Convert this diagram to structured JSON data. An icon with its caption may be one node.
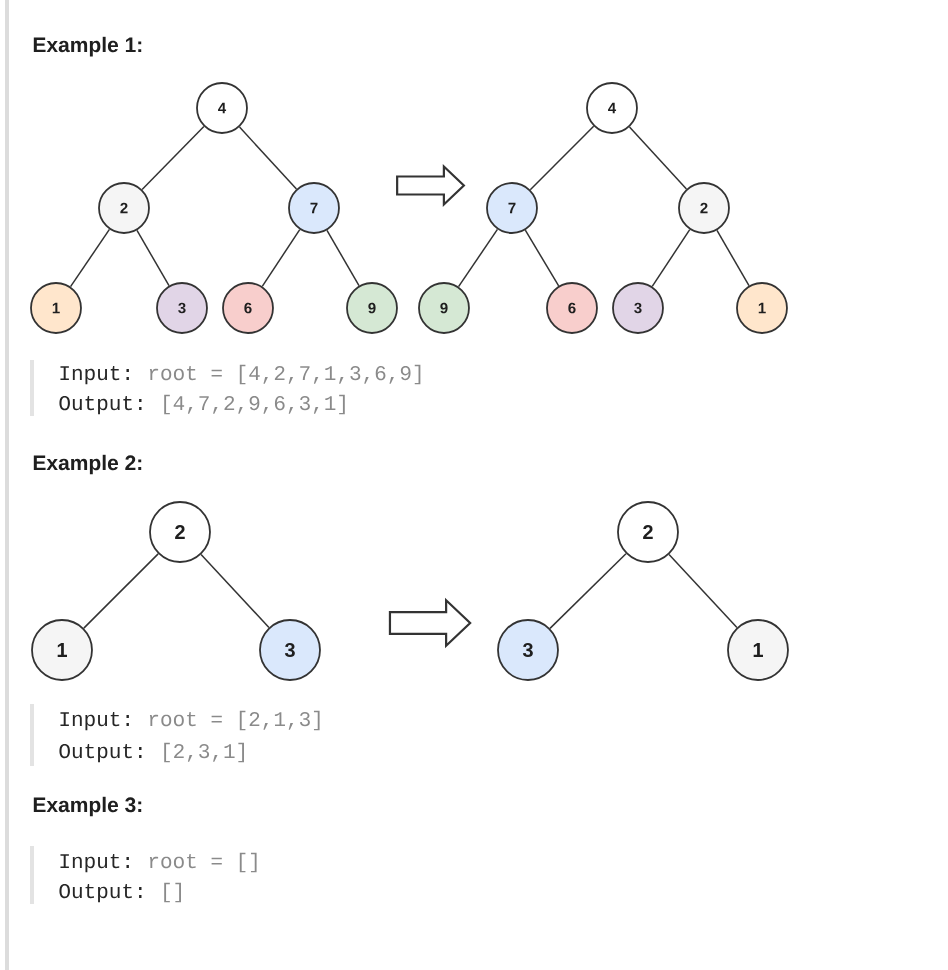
{
  "diagram": {
    "nodes": [
      {
        "text": [
          "4"
        ]
      },
      {
        "text": [
          "2"
        ]
      },
      {
        "text": [
          "7"
        ]
      },
      {
        "text": [
          "1"
        ]
      },
      {
        "text": [
          "3"
        ]
      },
      {
        "text": [
          "6"
        ]
      },
      {
        "text": [
          "9"
        ]
      },
      {
        "text": [
          "4"
        ]
      },
      {
        "text": [
          "7"
        ]
      },
      {
        "text": [
          "2"
        ]
      },
      {
        "text": [
          "9"
        ]
      },
      {
        "text": [
          "6"
        ]
      },
      {
        "text": [
          "3"
        ]
      },
      {
        "text": [
          "1"
        ]
      },
      {
        "text": [
          "2"
        ]
      },
      {
        "text": [
          "1"
        ]
      },
      {
        "text": [
          "3"
        ]
      },
      {
        "text": [
          "2"
        ]
      },
      {
        "text": [
          "3"
        ]
      },
      {
        "text": [
          "1"
        ]
      }
    ],
    "edges": [
      {
        "from": 0,
        "to": 1,
        "arrow": "none"
      },
      {
        "from": 0,
        "to": 2,
        "arrow": "none"
      },
      {
        "from": 1,
        "to": 3,
        "arrow": "none"
      },
      {
        "from": 1,
        "to": 4,
        "arrow": "none"
      },
      {
        "from": 2,
        "to": 5,
        "arrow": "none"
      },
      {
        "from": 2,
        "to": 6,
        "arrow": "none"
      },
      {
        "from": 2,
        "to": 8,
        "arrow": "to"
      },
      {
        "from": 7,
        "to": 8,
        "arrow": "none"
      },
      {
        "from": 7,
        "to": 9,
        "arrow": "none"
      },
      {
        "from": 8,
        "to": 10,
        "arrow": "none"
      },
      {
        "from": 8,
        "to": 11,
        "arrow": "none"
      },
      {
        "from": 9,
        "to": 12,
        "arrow": "none"
      },
      {
        "from": 9,
        "to": 13,
        "arrow": "none"
      },
      {
        "from": 14,
        "to": 15,
        "arrow": "none"
      },
      {
        "from": 14,
        "to": 16,
        "arrow": "none"
      },
      {
        "from": 16,
        "to": 18,
        "arrow": "to"
      },
      {
        "from": 17,
        "to": 18,
        "arrow": "none"
      },
      {
        "from": 17,
        "to": 19,
        "arrow": "none"
      }
    ],
    "labels": [
      "Example 1:",
      "Input:",
      "root = [4,2,7,1,3,6,9]",
      "Output:",
      "[4,7,2,9,6,3,1]",
      "Example 2:",
      "Input:",
      "root = [2,1,3]",
      "Output:",
      "[2,3,1]",
      "Example 3:",
      "Input:",
      "root = []",
      "Output:",
      "[]"
    ]
  }
}
